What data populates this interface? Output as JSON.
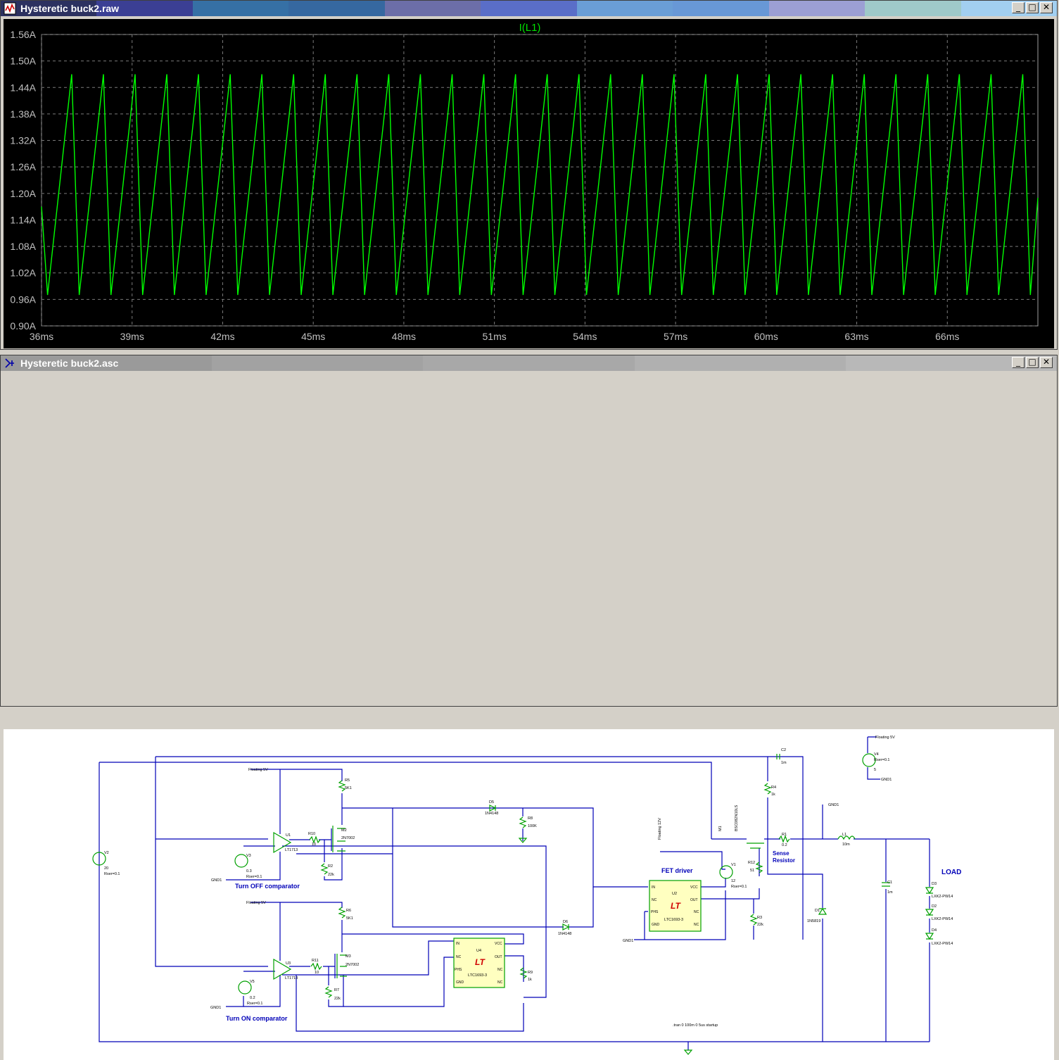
{
  "waveform_window": {
    "title": "Hysteretic buck2.raw",
    "buttons": {
      "minimize": "_",
      "maximize": "□",
      "close": "✕"
    },
    "title_bands": [
      "#2c3160",
      "#3b3f94",
      "#3670a5",
      "#3668a0",
      "#6c6ea8",
      "#5a6ec8",
      "#6a9ed6",
      "#6898d6",
      "#9c9fd4",
      "#9fc9c9",
      "#a2cff0"
    ]
  },
  "chart_data": {
    "type": "line",
    "title": "I(L1)",
    "xlabel": "",
    "ylabel": "",
    "xlim": [
      36,
      69
    ],
    "ylim": [
      0.9,
      1.56
    ],
    "x_unit": "ms",
    "y_unit": "A",
    "x_ticks": [
      "36ms",
      "39ms",
      "42ms",
      "45ms",
      "48ms",
      "51ms",
      "54ms",
      "57ms",
      "60ms",
      "63ms",
      "66ms"
    ],
    "y_ticks": [
      "0.90A",
      "0.96A",
      "1.02A",
      "1.08A",
      "1.14A",
      "1.20A",
      "1.26A",
      "1.32A",
      "1.38A",
      "1.44A",
      "1.50A",
      "1.56A"
    ],
    "grid": true,
    "series": [
      {
        "color": "#00ff00",
        "peak": 1.47,
        "valley": 0.97,
        "period_ms": 1.05,
        "rise_ms": 0.8,
        "first_valley_ms": 36.2,
        "start": [
          36.0,
          1.17
        ],
        "end": [
          69.0,
          1.19
        ]
      }
    ]
  },
  "schematic_window": {
    "title": "Hysteretic buck2.asc",
    "buttons": {
      "minimize": "_",
      "maximize": "□",
      "close": "✕"
    },
    "title_bands": [
      "#9a9a9a",
      "#a2a2a2",
      "#a8a8a8",
      "#b0b0b0",
      "#b8b8b8"
    ]
  },
  "schematic": {
    "labels": {
      "turn_off": "Turn OFF comparator",
      "turn_on": "Turn ON comparator",
      "fet_driver": "FET driver",
      "sense": "Sense",
      "resistor": "Resistor",
      "load": "LOAD"
    },
    "nets": {
      "floating5v_a": "Floating 5V",
      "floating5v_b": "Floating 5V",
      "floating5v_c": "Floating 5V",
      "floating12v": "Floating 12V",
      "gnd1_a": "GND1",
      "gnd1_b": "GND1",
      "gnd1_c": "GND1",
      "gnd1_d": "GND1",
      "gnd1_e": "GND1"
    },
    "parts": {
      "v2": [
        "V2",
        "20",
        "Rser=0.1"
      ],
      "v3": [
        "V3",
        "0.3",
        "Rser=0.1"
      ],
      "v5": [
        "V5",
        "0.2",
        "Rser=0.1"
      ],
      "v1": [
        "V1",
        "12",
        "Rser=0.1"
      ],
      "v4": [
        "V4",
        "Rser=0.1",
        "5"
      ],
      "u1": [
        "U1",
        "LT1713"
      ],
      "u3": [
        "U3",
        "LT1713"
      ],
      "r10": [
        "R10",
        "10"
      ],
      "r11": [
        "R11",
        "10"
      ],
      "r5": [
        "R5",
        "5K1"
      ],
      "r6": [
        "R6",
        "5K1"
      ],
      "r2": [
        "R2",
        "22k"
      ],
      "r7": [
        "R7",
        "22k"
      ],
      "m2": [
        "M2",
        "2N7002"
      ],
      "m3": [
        "M3",
        "2N7002"
      ],
      "d5": [
        "D5",
        "1N4148"
      ],
      "d6": [
        "D6",
        "1N4148"
      ],
      "r8": [
        "R8",
        "100K"
      ],
      "r9": [
        "R9",
        "1k"
      ],
      "u4": [
        "U4",
        "LTC1693-3"
      ],
      "u2": [
        "U2",
        "LTC1693-3"
      ],
      "m1": [
        "M1",
        "BSC082N10LS"
      ],
      "r12": [
        "R12",
        "51"
      ],
      "r3": [
        "R3",
        "22k"
      ],
      "r4": [
        "R4",
        "1k"
      ],
      "c2": [
        "C2",
        "1m"
      ],
      "r1": [
        "R1",
        "0.2"
      ],
      "l1": [
        "L1",
        "10m"
      ],
      "c1": [
        "C1",
        "1m"
      ],
      "d1": [
        "D1",
        "1N5819"
      ],
      "d2": [
        "D2",
        "LXK2-PW14"
      ],
      "d3": [
        "D3",
        "LXK2-PW14"
      ],
      "d4": [
        "D4",
        "LXK2-PW14"
      ]
    },
    "pins": {
      "in": "IN",
      "nc": "NC",
      "phs": "PHS",
      "gnd": "GND",
      "vcc": "VCC",
      "out": "OUT"
    },
    "directive": ".tran 0 100m 0 5us startup"
  }
}
